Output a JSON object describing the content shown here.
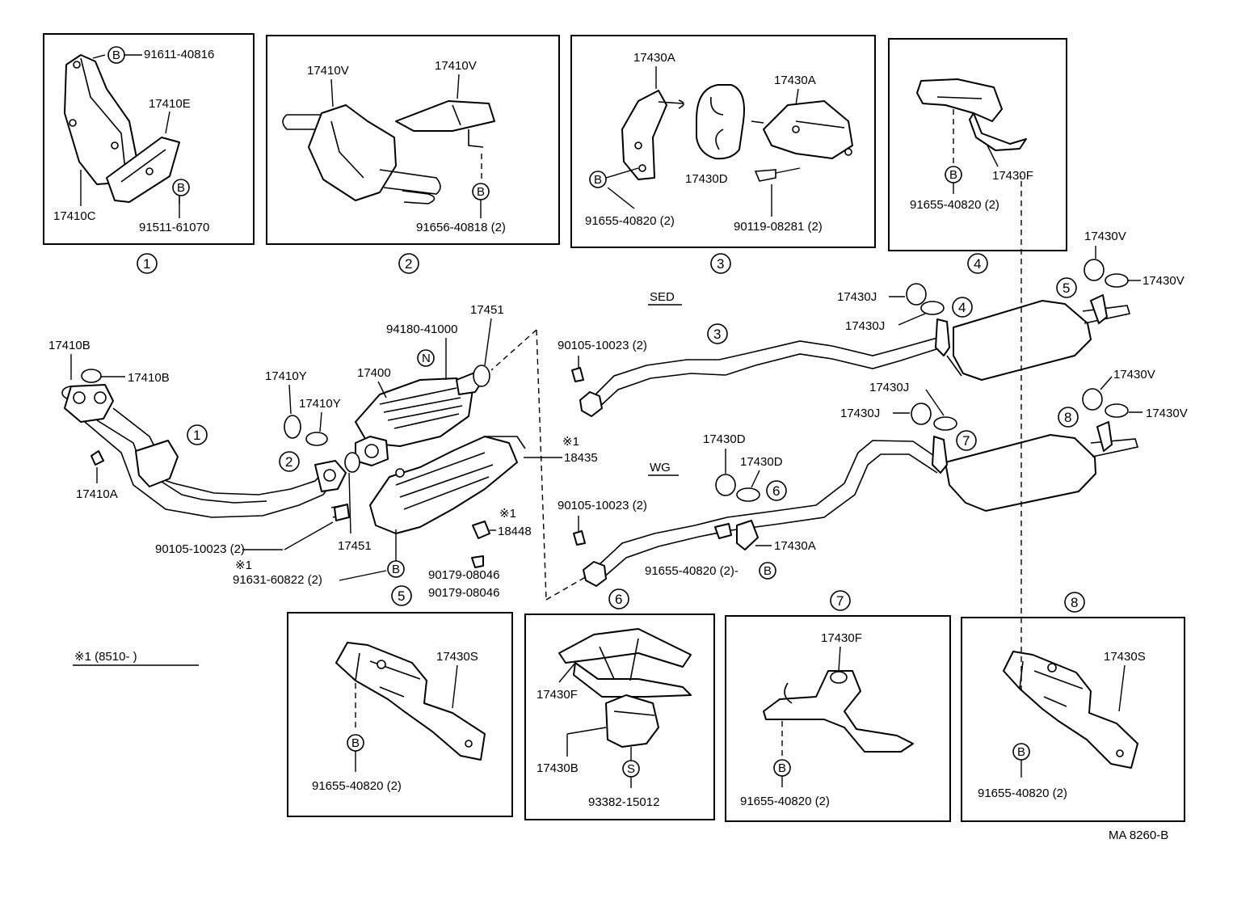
{
  "diagram_id": "MA 8260-B",
  "note": "※1 (8510-       )",
  "variants": {
    "sed": "SED",
    "wg": "WG"
  },
  "symbols": {
    "b": "B",
    "n": "N",
    "s": "S"
  },
  "panels": {
    "p1": {
      "num": "1",
      "parts": [
        "91611-40816",
        "17410E",
        "17410C",
        "91511-61070"
      ]
    },
    "p2": {
      "num": "2",
      "parts": [
        "17410V",
        "17410V",
        "91656-40818 (2)"
      ]
    },
    "p3": {
      "num": "3",
      "parts": [
        "17430A",
        "17430A",
        "17430D",
        "91655-40820 (2)",
        "90119-08281 (2)"
      ]
    },
    "p4": {
      "num": "4",
      "parts": [
        "17430F",
        "91655-40820 (2)"
      ]
    },
    "p5": {
      "num": "5",
      "parts": [
        "17430S",
        "91655-40820 (2)"
      ]
    },
    "p6": {
      "num": "6",
      "parts": [
        "17430F",
        "17430B",
        "93382-15012"
      ]
    },
    "p7": {
      "num": "7",
      "parts": [
        "17430F",
        "91655-40820 (2)"
      ]
    },
    "p8": {
      "num": "8",
      "parts": [
        "17430S",
        "91655-40820 (2)"
      ]
    }
  },
  "main": {
    "front": [
      "17410B",
      "17410B",
      "17410A",
      "17410Y",
      "17410Y",
      "17400",
      "94180-41000",
      "17451",
      "17451",
      "90105-10023 (2)",
      "※1",
      "91631-60822 (2)",
      "18435",
      "※1",
      "18448",
      "※1",
      "90179-08046"
    ],
    "sed": [
      "90105-10023 (2)",
      "17430J",
      "17430J",
      "17430V",
      "17430V"
    ],
    "wg": [
      "90105-10023 (2)",
      "17430D",
      "17430D",
      "17430A",
      "91655-40820 (2)-",
      "17430J",
      "17430J",
      "17430V",
      "17430V"
    ],
    "callouts": [
      "1",
      "2",
      "3",
      "4",
      "5",
      "6",
      "7",
      "8"
    ]
  }
}
